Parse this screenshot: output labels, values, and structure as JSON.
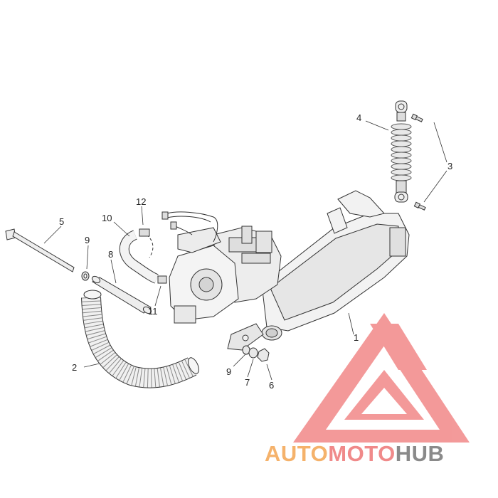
{
  "callouts": {
    "c1": "1",
    "c2": "2",
    "c3": "3",
    "c4": "4",
    "c5": "5",
    "c6": "6",
    "c7": "7",
    "c8": "8",
    "c9a": "9",
    "c9b": "9",
    "c10": "10",
    "c11": "11",
    "c12": "12"
  },
  "watermark": {
    "part_a": "AUTO",
    "part_b": "MOTO",
    "part_c": "HUB",
    "color_a": "#f5b26b",
    "color_b": "#f08a8a",
    "color_c": "#8a8a8a",
    "logo_color": "#f28f8f"
  }
}
